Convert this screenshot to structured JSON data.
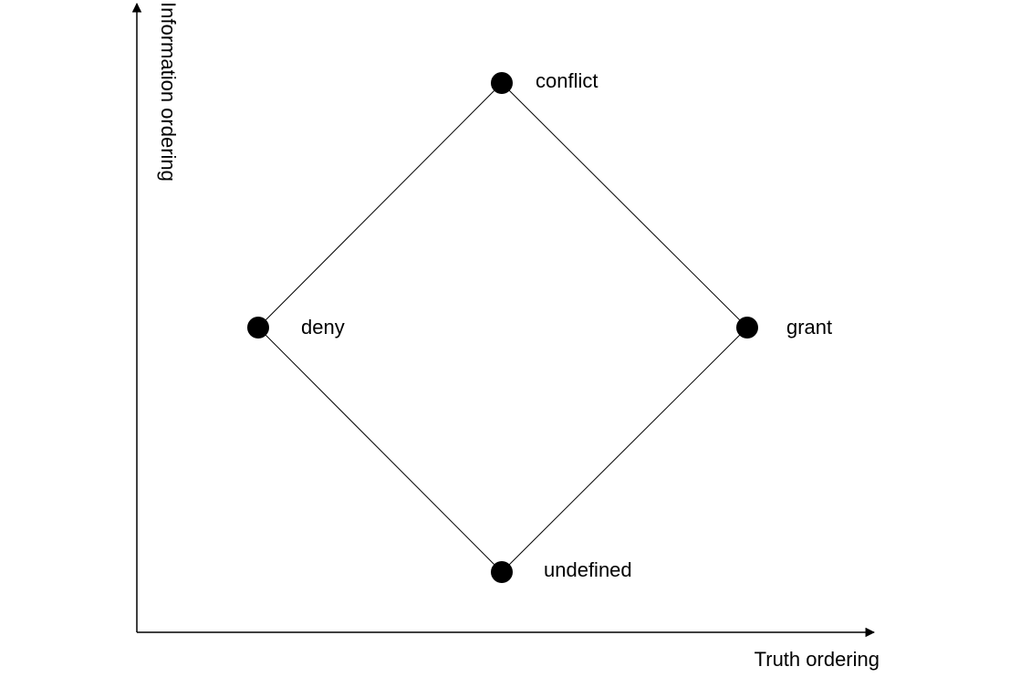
{
  "diagram": {
    "x_axis_label": "Truth ordering",
    "y_axis_label": "Information ordering",
    "nodes": {
      "conflict": "conflict",
      "deny": "deny",
      "grant": "grant",
      "undefined": "undefined"
    },
    "edges": [
      [
        "deny",
        "conflict"
      ],
      [
        "conflict",
        "grant"
      ],
      [
        "deny",
        "undefined"
      ],
      [
        "undefined",
        "grant"
      ]
    ],
    "colors": {
      "stroke": "#000000",
      "node": "#000000",
      "background": "#ffffff"
    }
  }
}
